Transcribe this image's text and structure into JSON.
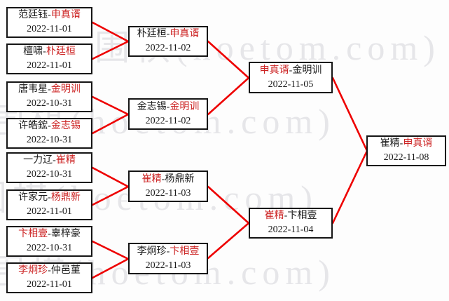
{
  "ui": {
    "separator": "-"
  },
  "watermark": {
    "text": "围棋(hoetom.com)"
  },
  "colors": {
    "line": "#ee0000",
    "winner": "#cc2222",
    "border": "#151515",
    "watermark": "#e6e6e9"
  },
  "matches": {
    "r16_1": {
      "p1": "范廷钰",
      "p2": "申真谞",
      "winner": "p2",
      "date": "2022-11-01"
    },
    "r16_2": {
      "p1": "檀啸",
      "p2": "朴廷桓",
      "winner": "p2",
      "date": "2022-11-01"
    },
    "r16_3": {
      "p1": "唐韦星",
      "p2": "金明训",
      "winner": "p2",
      "date": "2022-10-31"
    },
    "r16_4": {
      "p1": "许皓鋐",
      "p2": "金志锡",
      "winner": "p2",
      "date": "2022-10-31"
    },
    "r16_5": {
      "p1": "一力辽",
      "p2": "崔精",
      "winner": "p2",
      "date": "2022-10-31"
    },
    "r16_6": {
      "p1": "许家元",
      "p2": "杨鼎新",
      "winner": "p2",
      "date": "2022-11-01"
    },
    "r16_7": {
      "p1": "卞相壹",
      "p2": "辜梓豪",
      "winner": "p1",
      "date": "2022-10-31"
    },
    "r16_8": {
      "p1": "李炯珍",
      "p2": "仲邑菫",
      "winner": "p1",
      "date": "2022-11-01"
    },
    "qf_1": {
      "p1": "朴廷桓",
      "p2": "申真谞",
      "winner": "p2",
      "date": "2022-11-02"
    },
    "qf_2": {
      "p1": "金志锡",
      "p2": "金明训",
      "winner": "p2",
      "date": "2022-11-02"
    },
    "qf_3": {
      "p1": "崔精",
      "p2": "杨鼎新",
      "winner": "p1",
      "date": "2022-11-03"
    },
    "qf_4": {
      "p1": "李炯珍",
      "p2": "卞相壹",
      "winner": "p2",
      "date": "2022-11-03"
    },
    "sf_1": {
      "p1": "申真谞",
      "p2": "金明训",
      "winner": "p1",
      "date": "2022-11-05"
    },
    "sf_2": {
      "p1": "崔精",
      "p2": "卞相壹",
      "winner": "p1",
      "date": "2022-11-04"
    },
    "final": {
      "p1": "崔精",
      "p2": "申真谞",
      "winner": "p2",
      "date": "2022-11-08"
    }
  }
}
